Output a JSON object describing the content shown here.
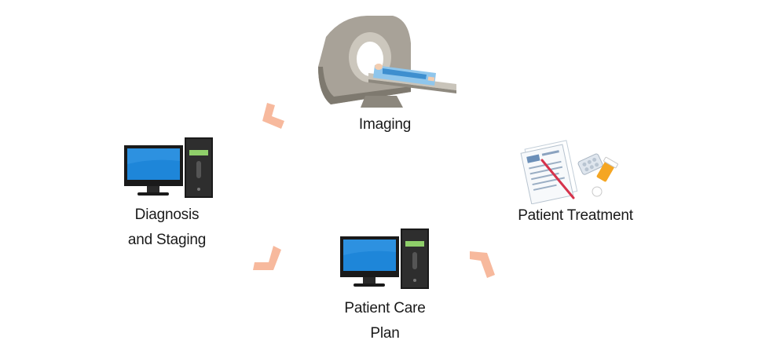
{
  "diagram": {
    "type": "cycle",
    "nodes": [
      {
        "id": "imaging",
        "label_lines": [
          "Imaging"
        ],
        "icon": "ct-scanner-icon"
      },
      {
        "id": "patient-treatment",
        "label_lines": [
          "Patient Treatment"
        ],
        "icon": "prescription-medication-icon"
      },
      {
        "id": "patient-care-plan",
        "label_lines": [
          "Patient Care",
          "Plan"
        ],
        "icon": "computer-workstation-icon"
      },
      {
        "id": "diagnosis-staging",
        "label_lines": [
          "Diagnosis",
          "and Staging"
        ],
        "icon": "computer-workstation-icon"
      }
    ],
    "edges": [
      {
        "from": "imaging",
        "to": "diagnosis-staging"
      },
      {
        "from": "diagnosis-staging",
        "to": "patient-care-plan"
      },
      {
        "from": "patient-care-plan",
        "to": "patient-treatment"
      }
    ],
    "colors": {
      "arrow": "#f7b99d",
      "screen": "#1e86d9",
      "machine": "#9c968c",
      "pill": "#f5a623"
    }
  }
}
